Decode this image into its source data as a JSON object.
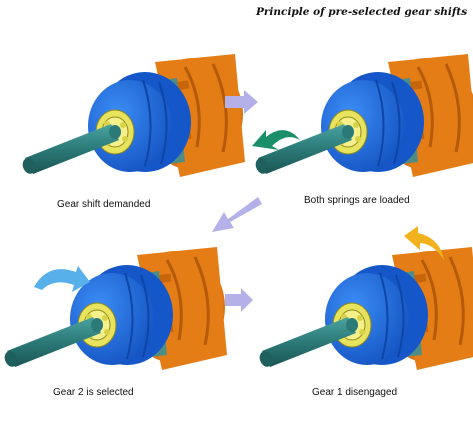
{
  "title": "Principle of pre-selected gear shifts",
  "panels": [
    {
      "caption": "Gear shift demanded"
    },
    {
      "caption": "Both springs are loaded"
    },
    {
      "caption": "Gear 2 is selected"
    },
    {
      "caption": "Gear 1 disengaged"
    }
  ],
  "colors": {
    "clutch_blue": "#1f6fe0",
    "gear_orange": "#f08a1a",
    "shaft_teal": "#2b7a78",
    "bearing_yellow": "#e6e05a",
    "arrow_lavender": "#b4b0e8",
    "arrow_green": "#1a8f6a",
    "arrow_lightblue": "#58b0ea",
    "arrow_yellow": "#f2b21e"
  }
}
